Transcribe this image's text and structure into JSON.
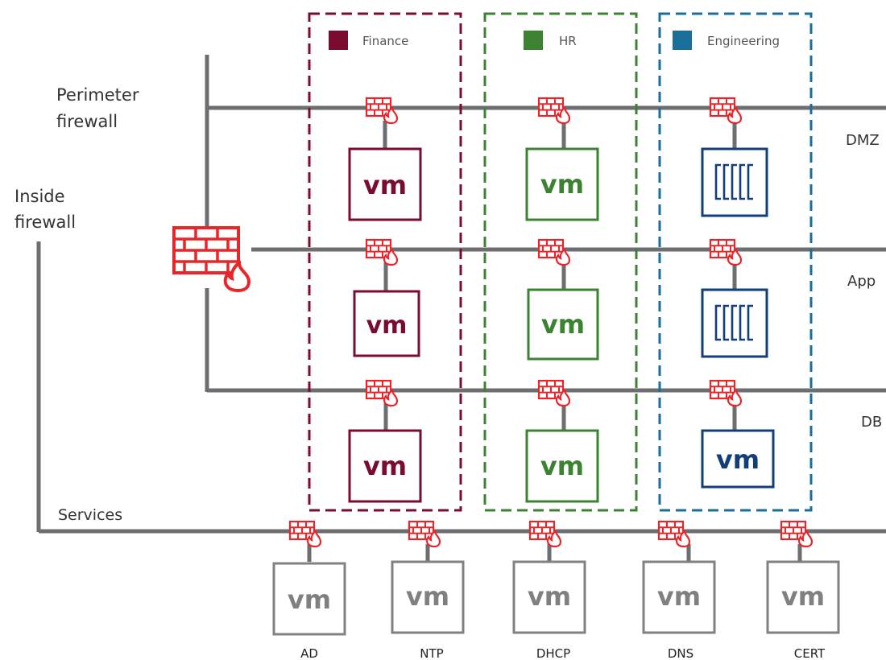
{
  "labels": {
    "perimeter_line1": "Perimeter",
    "perimeter_line2": "firewall",
    "inside_line1": "Inside",
    "inside_line2": "firewall",
    "services": "Services"
  },
  "tiers": [
    {
      "id": "dmz",
      "label": "DMZ"
    },
    {
      "id": "app",
      "label": "App"
    },
    {
      "id": "db",
      "label": "DB"
    }
  ],
  "zones": [
    {
      "id": "finance",
      "label": "Finance",
      "color": "#7a0d2f"
    },
    {
      "id": "hr",
      "label": "HR",
      "color": "#3b8330"
    },
    {
      "id": "engineering",
      "label": "Engineering",
      "color": "#1a6f9a"
    }
  ],
  "workloads": [
    {
      "zone": "finance",
      "tier": "dmz",
      "text": "vm",
      "icon": "vm-icon"
    },
    {
      "zone": "finance",
      "tier": "app",
      "text": "vm",
      "icon": "vm-icon"
    },
    {
      "zone": "finance",
      "tier": "db",
      "text": "vm",
      "icon": "vm-icon"
    },
    {
      "zone": "hr",
      "tier": "dmz",
      "text": "vm",
      "icon": "vm-icon"
    },
    {
      "zone": "hr",
      "tier": "app",
      "text": "vm",
      "icon": "vm-icon"
    },
    {
      "zone": "hr",
      "tier": "db",
      "text": "vm",
      "icon": "vm-icon"
    },
    {
      "zone": "engineering",
      "tier": "dmz",
      "text": "",
      "icon": "container-icon"
    },
    {
      "zone": "engineering",
      "tier": "app",
      "text": "",
      "icon": "container-icon"
    },
    {
      "zone": "engineering",
      "tier": "db",
      "text": "vm",
      "icon": "vm-icon"
    }
  ],
  "services": [
    {
      "label": "AD",
      "text": "vm"
    },
    {
      "label": "NTP",
      "text": "vm"
    },
    {
      "label": "DHCP",
      "text": "vm"
    },
    {
      "label": "DNS",
      "text": "vm"
    },
    {
      "label": "CERT",
      "text": "vm"
    }
  ],
  "colors": {
    "line": "#6d6e71",
    "firewall": "#e8262a",
    "finance": "#7a0d2f",
    "hr": "#3b8330",
    "engineering_zone": "#1a6f9a",
    "engineering_workload": "#123f7a",
    "service_vm": "#808080"
  }
}
